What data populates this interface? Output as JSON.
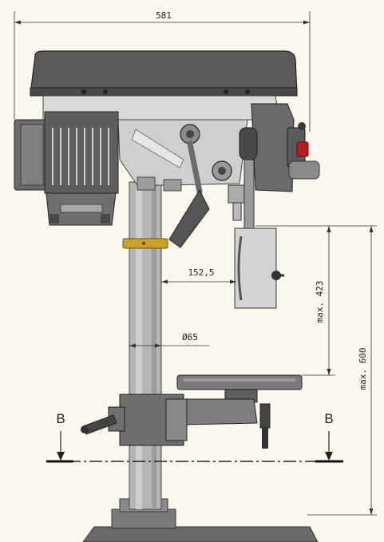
{
  "dimensions": {
    "overall_width": "581",
    "spindle_offset": "152,5",
    "column_diameter": "Ø65",
    "max_spindle_table": "max. 423",
    "max_spindle_base": "max. 600"
  },
  "section": {
    "left_label": "B",
    "right_label": "B"
  },
  "colors": {
    "background": "#fdf8ee",
    "head_dark": "#5a5a5a",
    "body_light": "#d9d9d9",
    "motor": "#6b6b6b",
    "column": "#b5b5b5",
    "depth_collar": "#c9a227",
    "red_button": "#b02020",
    "dimension_line": "#333333"
  }
}
